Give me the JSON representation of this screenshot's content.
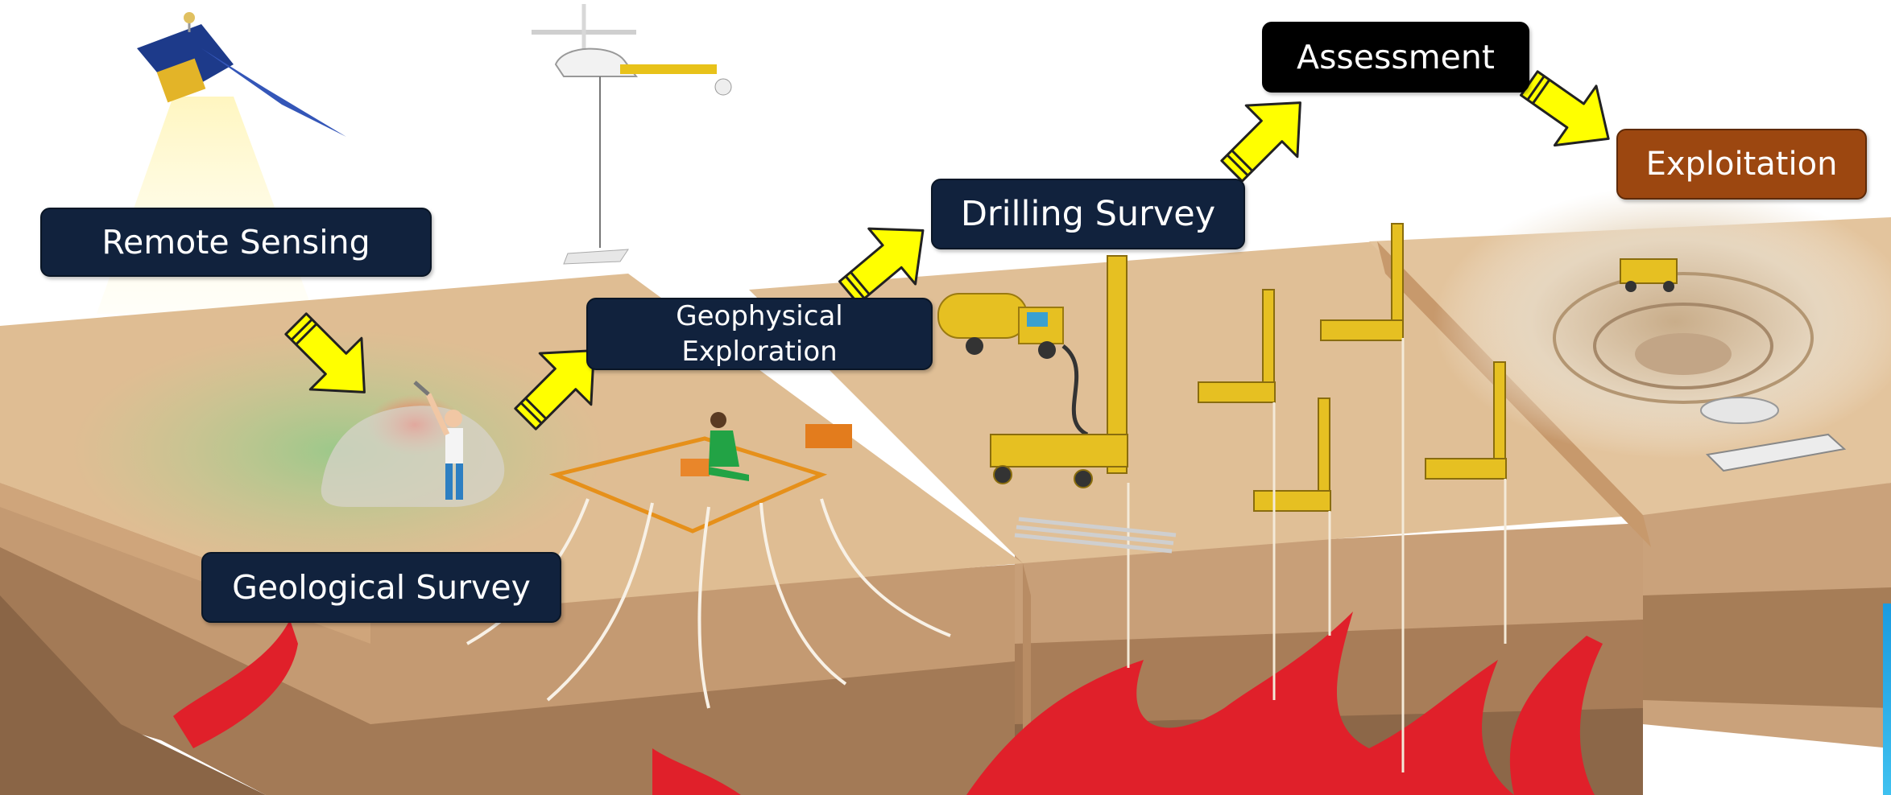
{
  "stages": {
    "remote_sensing": "Remote Sensing",
    "geophysical_line1": "Geophysical",
    "geophysical_line2": "Exploration",
    "drilling_survey": "Drilling Survey",
    "assessment": "Assessment",
    "exploitation": "Exploitation",
    "geological_survey": "Geological Survey"
  },
  "colors": {
    "label_dark": "#11223d",
    "label_black": "#000000",
    "label_brown": "#9c4710",
    "arrow": "#ffff00",
    "ore": "#e0202a",
    "ground_top": "#dcb98e",
    "machinery": "#e8c21a"
  }
}
